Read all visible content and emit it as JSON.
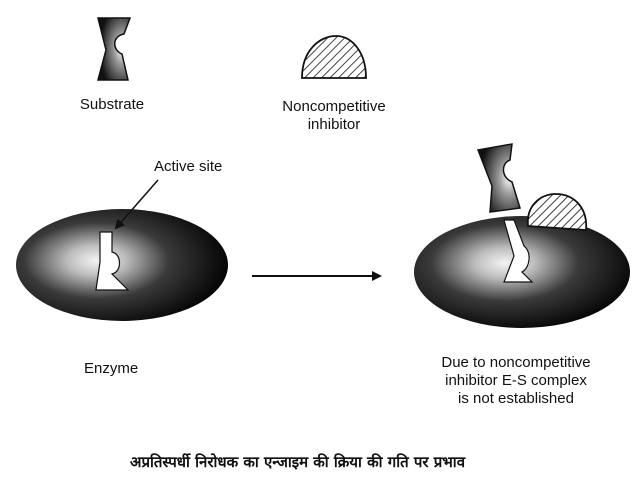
{
  "labels": {
    "substrate": "Substrate",
    "inhibitor_line1": "Noncompetitive",
    "inhibitor_line2": "inhibitor",
    "active_site": "Active site",
    "enzyme": "Enzyme",
    "result_line1": "Due to noncompetitive",
    "result_line2": "inhibitor E-S complex",
    "result_line3": "is not established"
  },
  "caption": "अप्रतिस्पर्धी निरोधक का एन्जाइम की क्रिया की गति पर प्रभाव",
  "colors": {
    "enzyme_dark": "#0a0a0a",
    "enzyme_light": "#f2f2f2",
    "text": "#111111",
    "background": "#ffffff"
  }
}
